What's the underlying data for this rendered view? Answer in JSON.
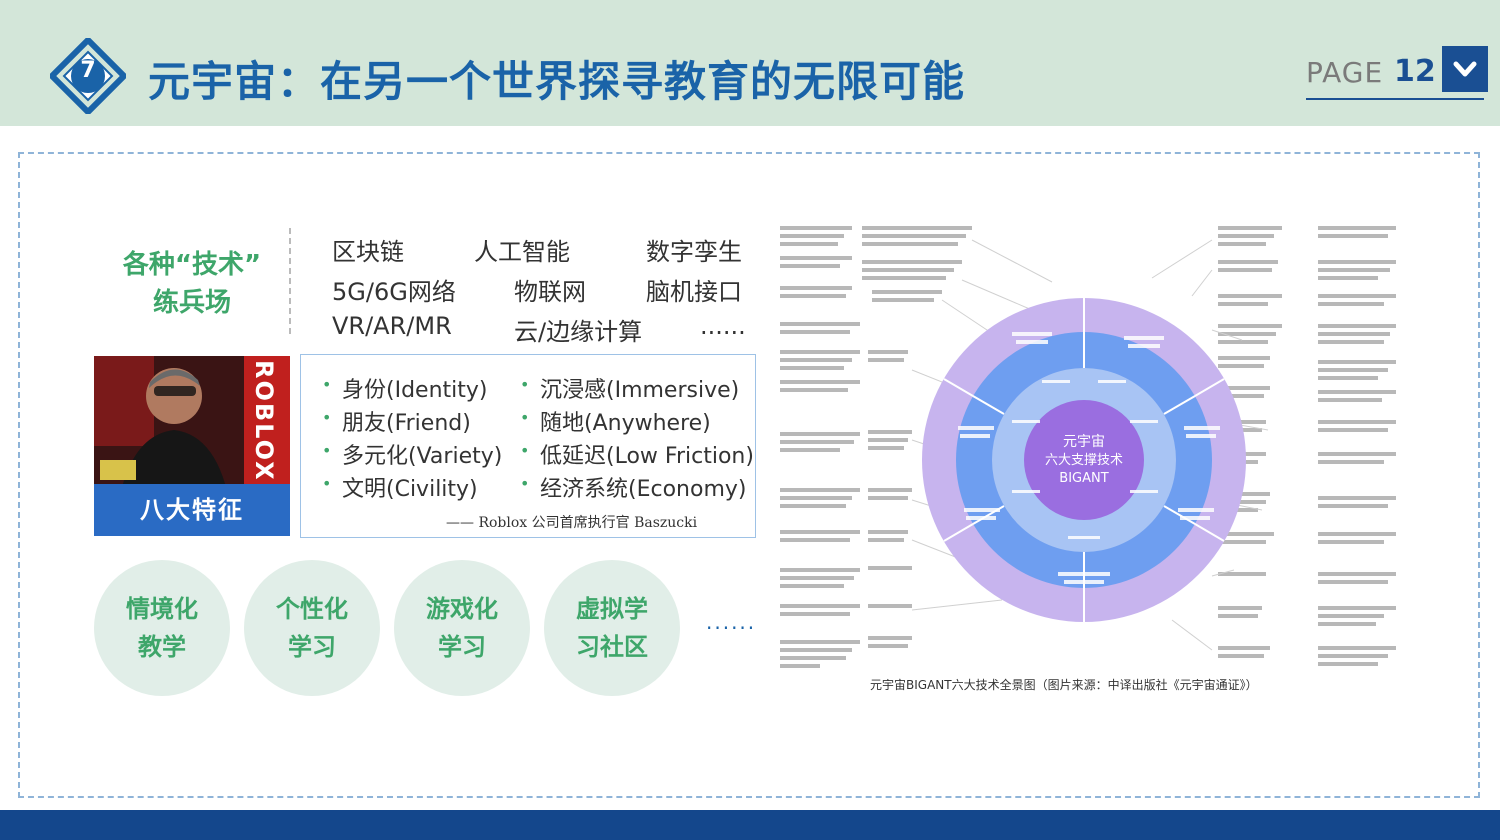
{
  "header": {
    "badge_number": "7",
    "title": "元宇宙：在另一个世界探寻教育的无限可能",
    "page_label": "PAGE",
    "page_number": "12"
  },
  "tech": {
    "label_line1": "各种“技术”",
    "label_line2": "练兵场",
    "items": [
      "区块链",
      "人工智能",
      "数字孪生",
      "5G/6G网络",
      "物联网",
      "脑机接口",
      "VR/AR/MR",
      "云/边缘计算",
      "......"
    ]
  },
  "features": {
    "photo_caption": "八大特征",
    "logo_text": "ROBLOX",
    "items": [
      "身份(Identity)",
      "沉浸感(Immersive)",
      "朋友(Friend)",
      "随地(Anywhere)",
      "多元化(Variety)",
      "低延迟(Low Friction)",
      "文明(Civility)",
      "经济系统(Economy)"
    ],
    "quote": "—— Roblox 公司首席执行官 Baszucki"
  },
  "circles": [
    {
      "line1": "情境化",
      "line2": "教学"
    },
    {
      "line1": "个性化",
      "line2": "学习"
    },
    {
      "line1": "游戏化",
      "line2": "学习"
    },
    {
      "line1": "虚拟学",
      "line2": "习社区"
    }
  ],
  "circles_more": "......",
  "diagram": {
    "center_line1": "元宇宙",
    "center_line2": "六大支撑技术",
    "center_line3": "BIGANT",
    "caption": "元宇宙BIGANT六大技术全景图（图片来源：中译出版社《元宇宙通证》）"
  },
  "colors": {
    "header_bg": "#d3e6d9",
    "title_blue": "#1a63a8",
    "accent_green": "#3ea66a",
    "footer_blue": "#14478c"
  }
}
